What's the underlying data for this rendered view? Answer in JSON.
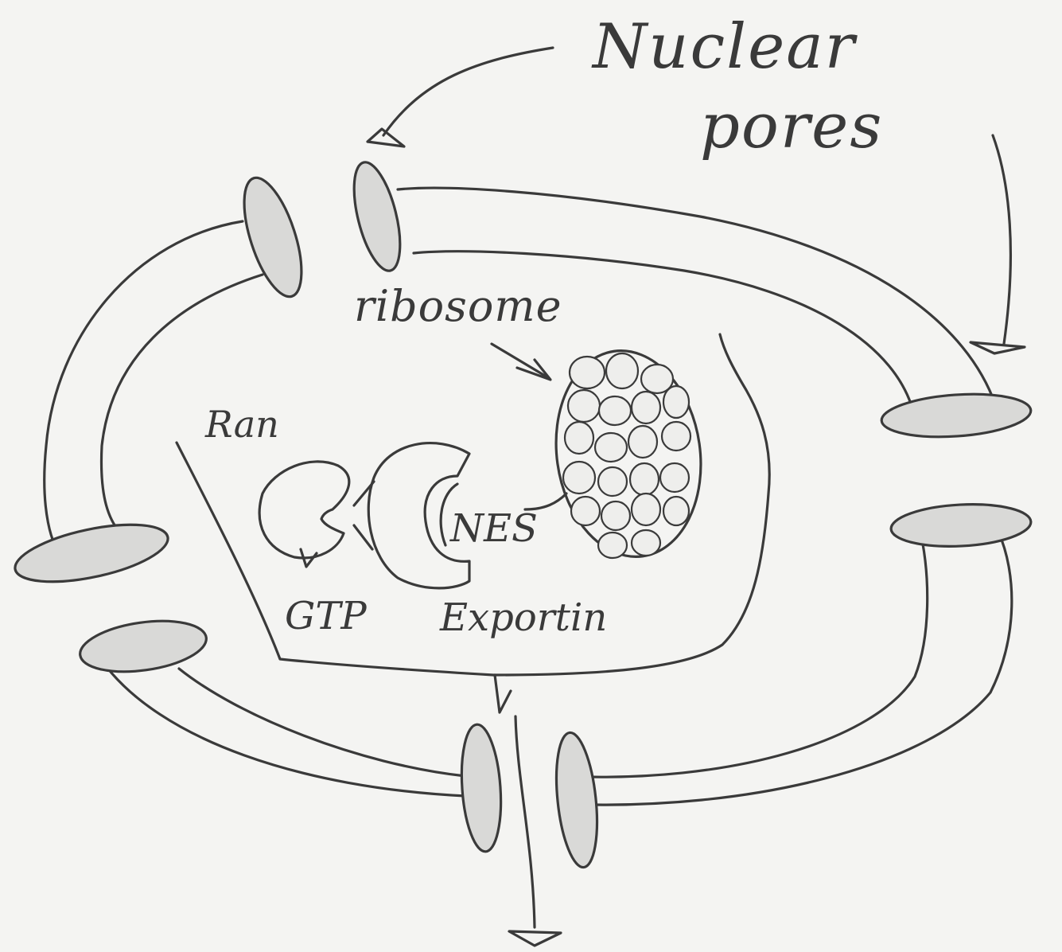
{
  "labels": {
    "nuclear": "Nuclear",
    "pores": "pores",
    "ribosome": "ribosome",
    "ran": "Ran",
    "nes": "NES",
    "gtp": "GTP",
    "exportin": "Exportin"
  },
  "colors": {
    "ink": "#3a3a3a",
    "paper": "#f4f4f2",
    "pore_fill": "#d9d9d7"
  }
}
